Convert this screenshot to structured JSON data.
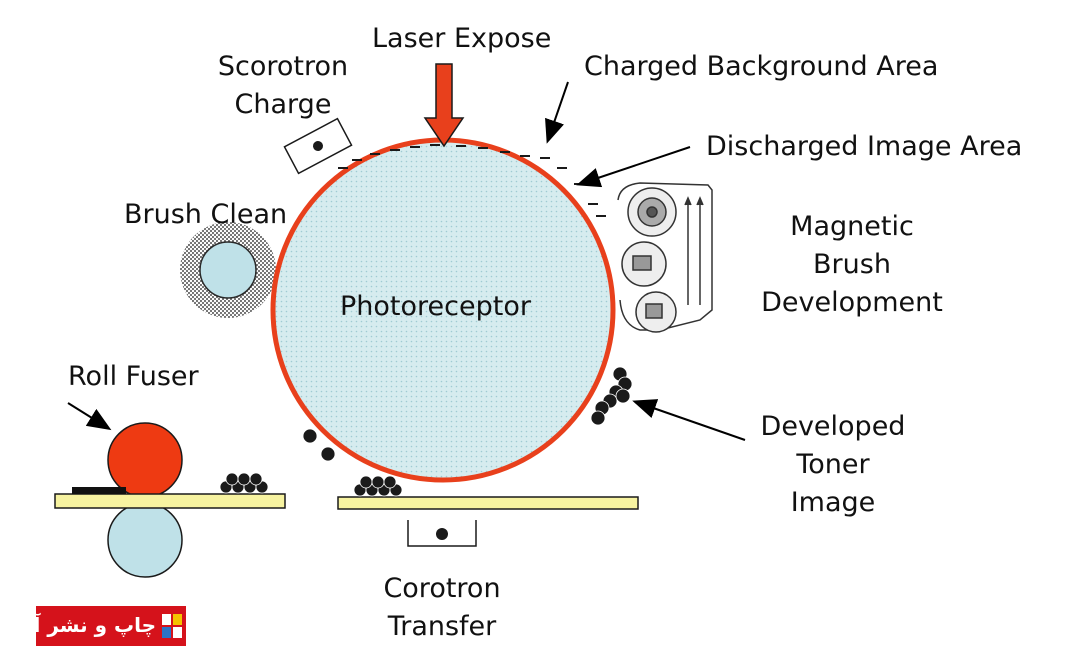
{
  "labels": {
    "laser_expose": "Laser Expose",
    "scorotron_line1": "Scorotron",
    "scorotron_line2": "Charge",
    "charged_background": "Charged Background Area",
    "discharged_image": "Discharged Image Area",
    "brush_clean": "Brush Clean",
    "magnetic_line1": "Magnetic",
    "magnetic_line2": "Brush",
    "magnetic_line3": "Development",
    "photoreceptor": "Photoreceptor",
    "roll_fuser": "Roll Fuser",
    "developed_line1": "Developed",
    "developed_line2": "Toner",
    "developed_line3": "Image",
    "corotron_line1": "Corotron",
    "corotron_line2": "Transfer"
  },
  "logo": {
    "text": "چاپ و نشر آنلاین"
  },
  "colors": {
    "drum_outline": "#e8401c",
    "drum_fill": "#cfe6ea",
    "laser_arrow": "#e8401c",
    "fuser_roll": "#ee3a12",
    "paper": "#f7f3a0",
    "backup_roll": "#bfe1e8",
    "logo_bg": "#d5121b"
  }
}
